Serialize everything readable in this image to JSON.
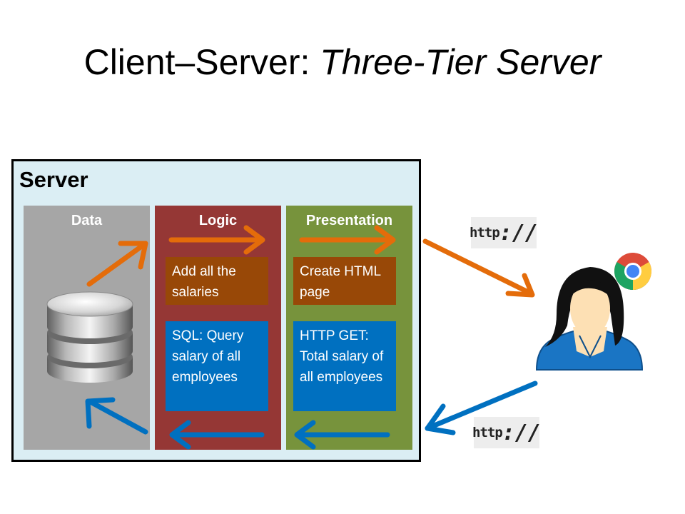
{
  "title": {
    "main": "Client–Server: ",
    "emphasis": "Three-Tier Server"
  },
  "server": {
    "label": "Server",
    "tiers": [
      {
        "label": "Data"
      },
      {
        "label": "Logic",
        "response_step": "Add all the salaries",
        "request_step": "SQL: Query salary of all employees"
      },
      {
        "label": "Presentation",
        "response_step": "Create HTML page",
        "request_step": "HTTP GET: Total salary of all employees"
      }
    ]
  },
  "protocol_badges": [
    {
      "prefix": "http",
      "suffix": "://"
    },
    {
      "prefix": "http",
      "suffix": "://"
    }
  ],
  "colors": {
    "response_arrow": "#e46c0a",
    "request_arrow": "#0070c0",
    "data_tier": "#a6a6a6",
    "logic_tier": "#953735",
    "presentation_tier": "#77933c",
    "server_bg": "#dbeef4"
  }
}
